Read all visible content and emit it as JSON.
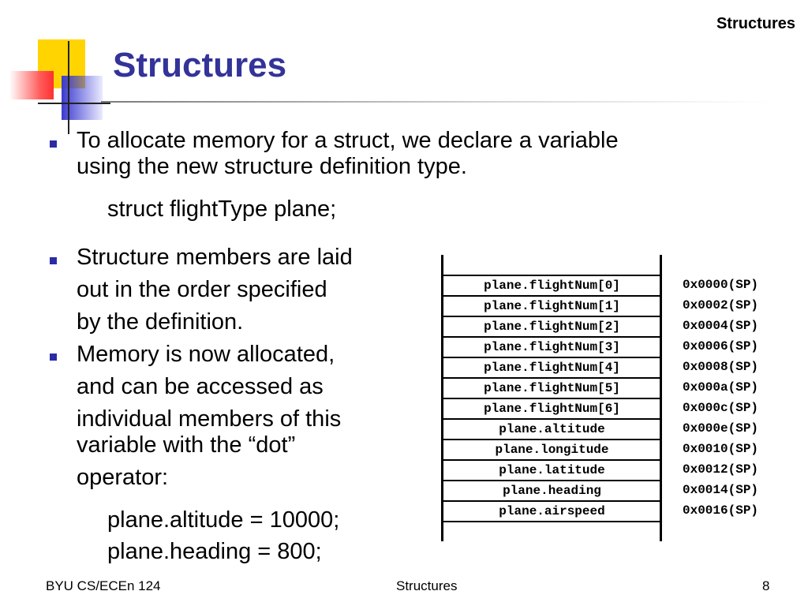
{
  "header": {
    "label": "Structures"
  },
  "title": "Structures",
  "bullets": [
    {
      "text_line1": "To allocate memory for a struct, we declare a variable",
      "text_line2": "using the new structure definition type."
    },
    {
      "text_line1": "Structure members are laid",
      "text_line2": "out in the order specified",
      "text_line3": "by the definition."
    },
    {
      "text_line1": "Memory is now allocated,",
      "text_line2": "and can be accessed as",
      "text_line3": "individual members of this",
      "text_line4": "variable with the “dot”",
      "text_line5": "operator:"
    }
  ],
  "code": {
    "declaration": "struct flightType plane;",
    "line1": "plane.altitude = 10000;",
    "line2": "plane.heading = 800;"
  },
  "memory_table": {
    "rows": [
      {
        "member": "plane.flightNum[0]",
        "address": "0x0000(SP)"
      },
      {
        "member": "plane.flightNum[1]",
        "address": "0x0002(SP)"
      },
      {
        "member": "plane.flightNum[2]",
        "address": "0x0004(SP)"
      },
      {
        "member": "plane.flightNum[3]",
        "address": "0x0006(SP)"
      },
      {
        "member": "plane.flightNum[4]",
        "address": "0x0008(SP)"
      },
      {
        "member": "plane.flightNum[5]",
        "address": "0x000a(SP)"
      },
      {
        "member": "plane.flightNum[6]",
        "address": "0x000c(SP)"
      },
      {
        "member": "plane.altitude",
        "address": "0x000e(SP)"
      },
      {
        "member": "plane.longitude",
        "address": "0x0010(SP)"
      },
      {
        "member": "plane.latitude",
        "address": "0x0012(SP)"
      },
      {
        "member": "plane.heading",
        "address": "0x0014(SP)"
      },
      {
        "member": "plane.airspeed",
        "address": "0x0016(SP)"
      }
    ]
  },
  "footer": {
    "left": "BYU CS/ECEn 124",
    "center": "Structures",
    "page_number": "8"
  },
  "colors": {
    "title": "#333399",
    "bullet": "#2b2ba6"
  }
}
